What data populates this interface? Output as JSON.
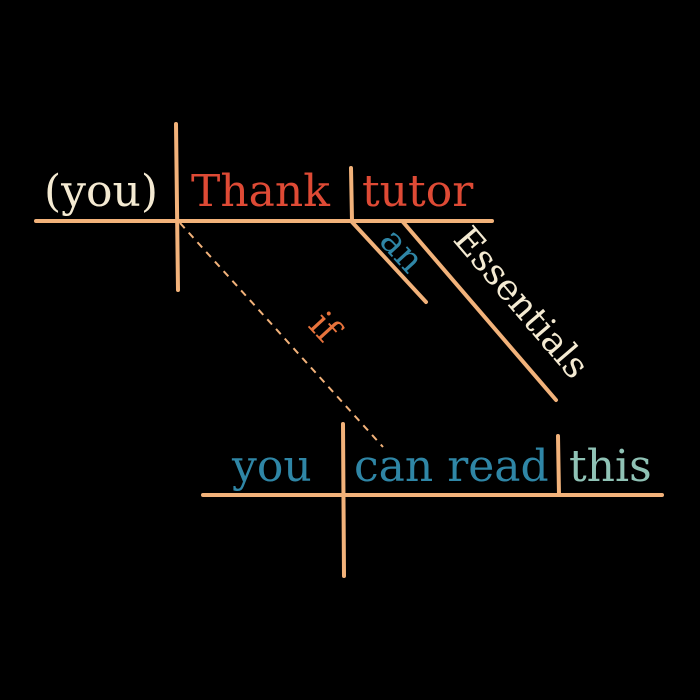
{
  "colors": {
    "background": "#000000",
    "lines": "#f2b27a",
    "cream": "#f4ead2",
    "red": "#de4a35",
    "orange": "#e8733c",
    "blue": "#2f86a6",
    "teal": "#8fc2b5"
  },
  "sentence": {
    "subject": "(you)",
    "verb": "Thank",
    "object": "tutor",
    "modifier_1": "an",
    "modifier_2": "Essentials",
    "conjunction": "if",
    "clause_subject": "you",
    "clause_verb": "can read",
    "clause_object": "this"
  }
}
